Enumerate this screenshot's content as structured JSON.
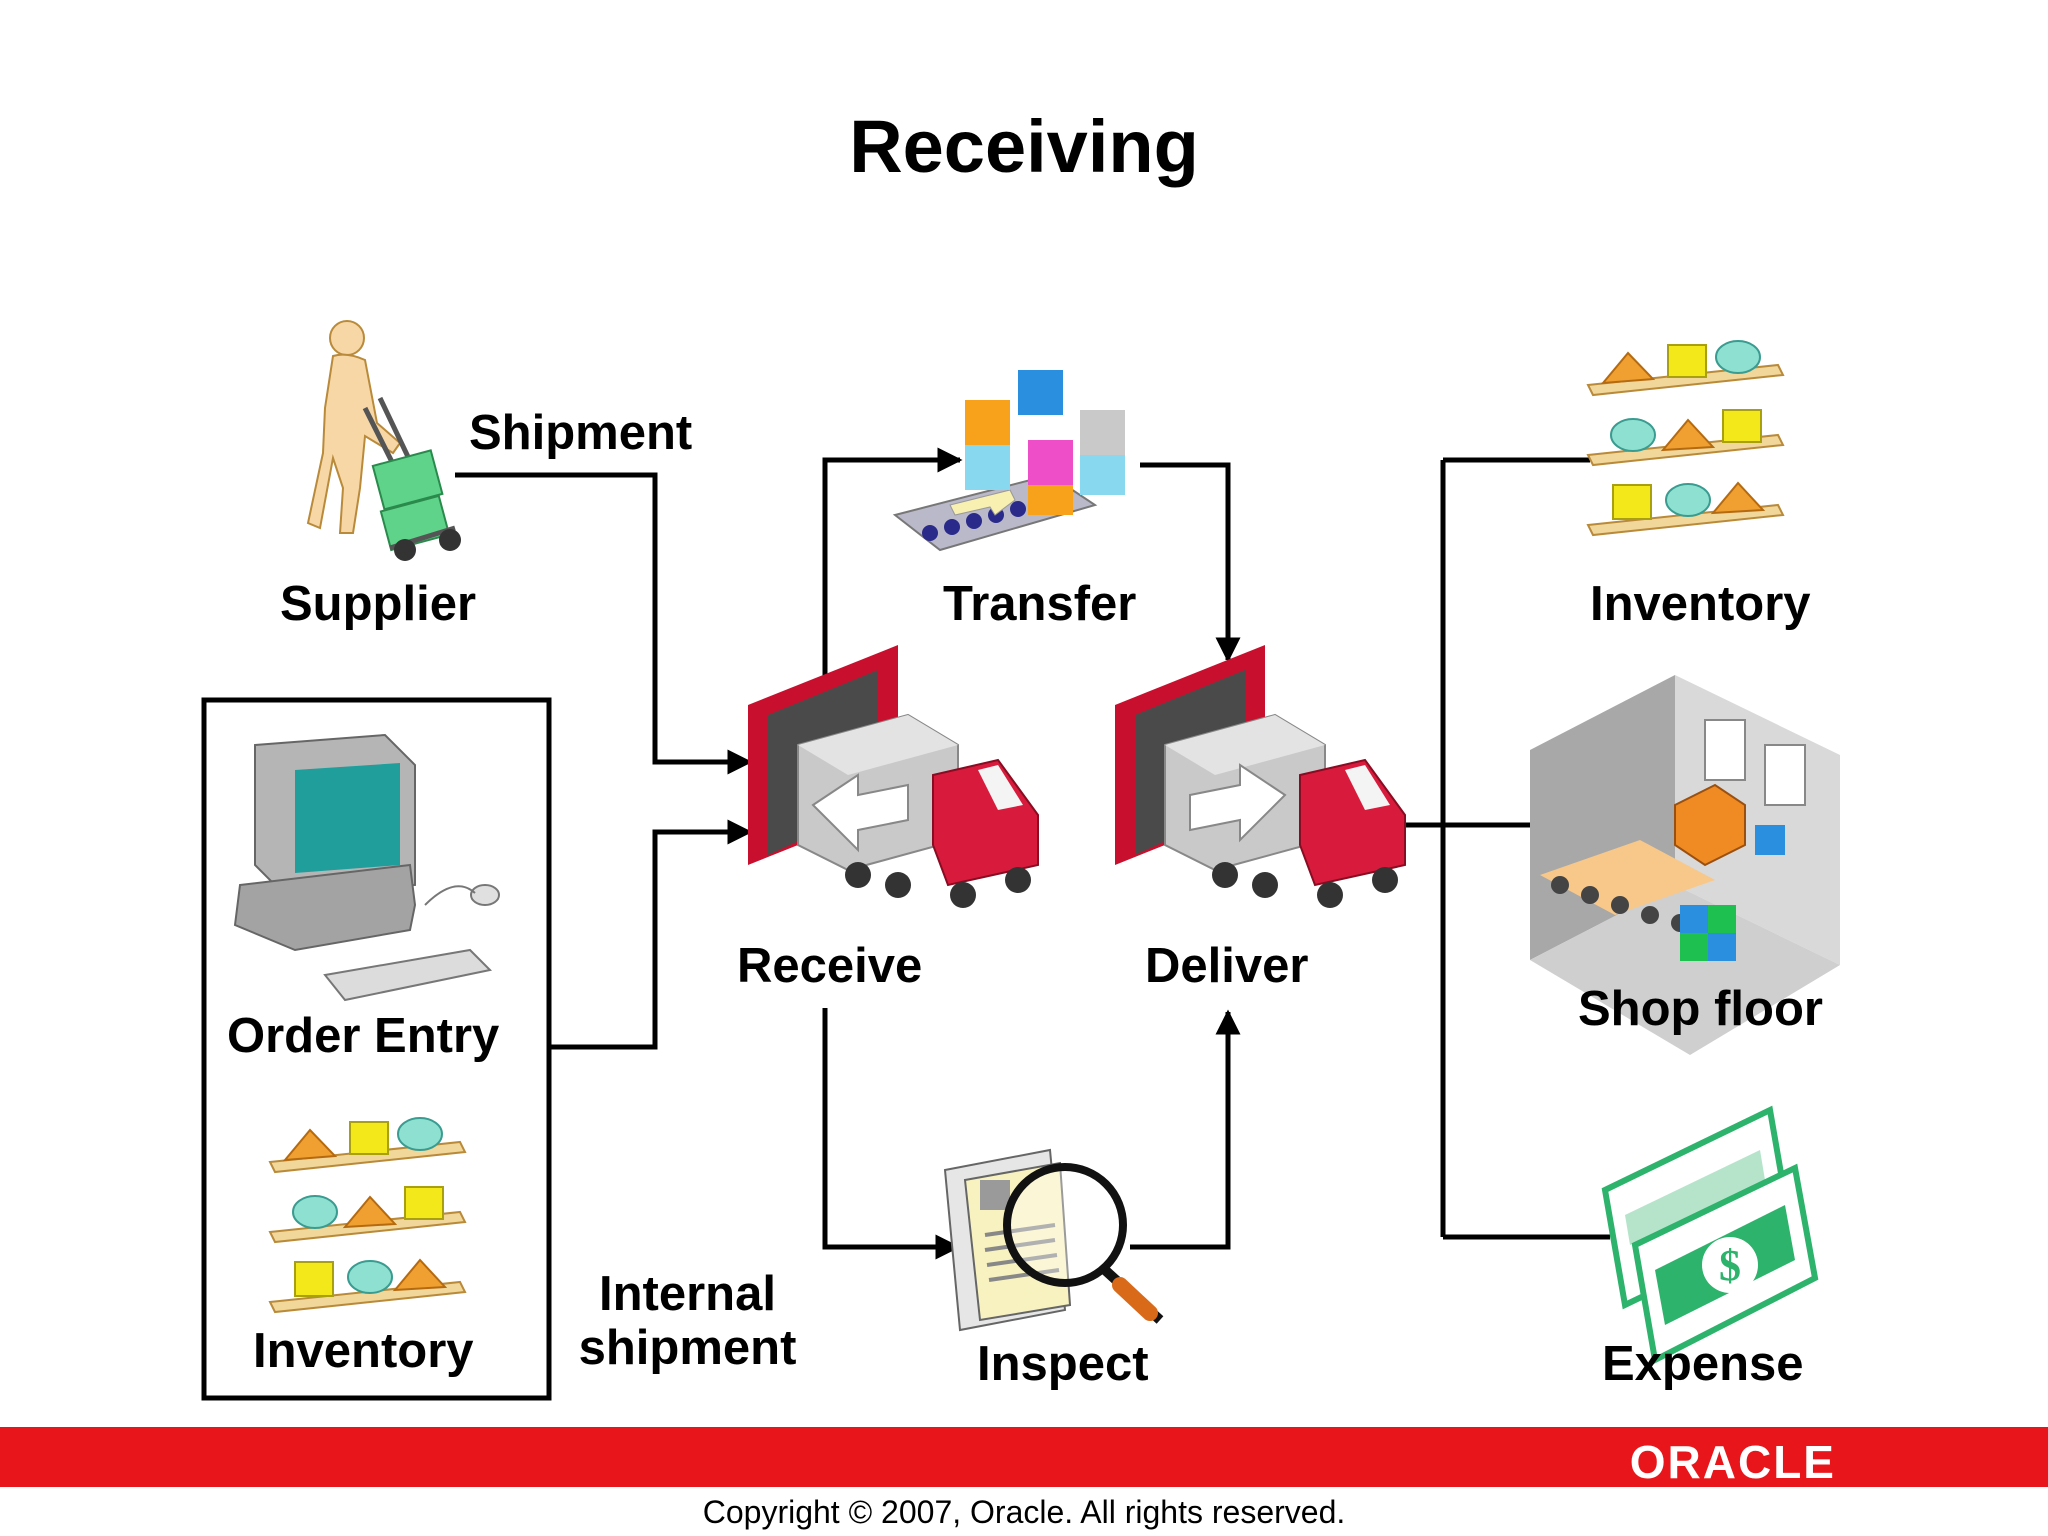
{
  "title": "Receiving",
  "labels": {
    "shipment": "Shipment",
    "supplier": "Supplier",
    "transfer": "Transfer",
    "inventory_top": "Inventory",
    "order_entry": "Order Entry",
    "inventory_left": "Inventory",
    "receive": "Receive",
    "deliver": "Deliver",
    "shop_floor": "Shop floor",
    "internal_shipment_1": "Internal",
    "internal_shipment_2": "shipment",
    "inspect": "Inspect",
    "expense": "Expense"
  },
  "footer": {
    "logo": "ORACLE",
    "copyright": "Copyright © 2007, Oracle. All rights reserved."
  },
  "colors": {
    "accent_red": "#e8161b",
    "dock_red": "#c8102e",
    "truck_red": "#d81b3c",
    "money_green": "#2db36b"
  },
  "icons": [
    "supplier-hand-truck-icon",
    "transfer-conveyor-icon",
    "inventory-shelves-icon",
    "computer-icon",
    "receive-truck-icon",
    "deliver-truck-icon",
    "shop-floor-icon",
    "inspect-magnifier-icon",
    "expense-money-icon"
  ]
}
